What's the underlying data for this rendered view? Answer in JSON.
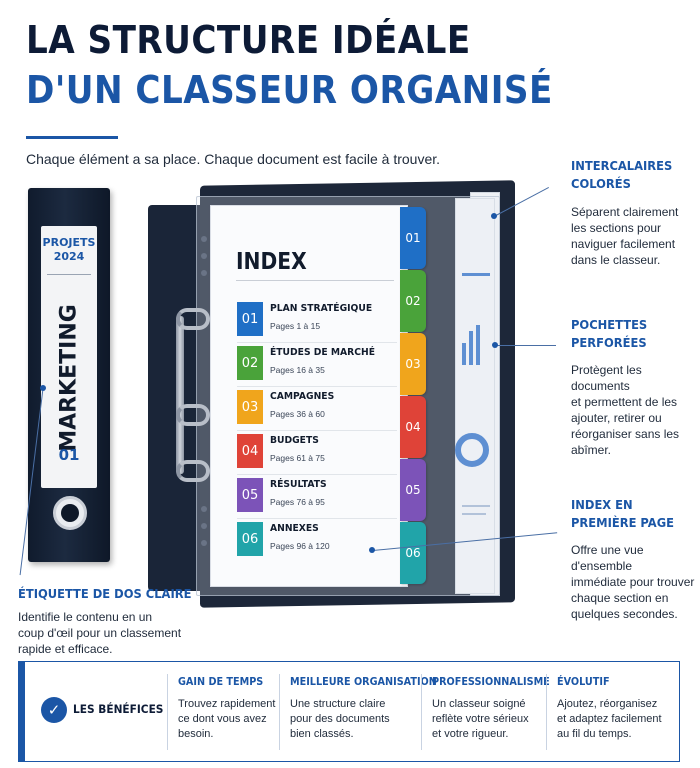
{
  "header": {
    "title_line1": "LA STRUCTURE IDÉALE",
    "title_line2": "D'UN CLASSEUR ORGANISÉ",
    "subtitle": "Chaque élément a sa place. Chaque document est facile à trouver."
  },
  "spine": {
    "projects_line1": "PROJETS",
    "projects_line2": "2024",
    "label": "MARKETING",
    "number": "01"
  },
  "index": {
    "title": "INDEX",
    "entries": [
      {
        "number": "01",
        "label": "PLAN STRATÉGIQUE",
        "pages": "Pages 1 à 15",
        "color": "#1f6fc6"
      },
      {
        "number": "02",
        "label": "ÉTUDES DE MARCHÉ",
        "pages": "Pages 16 à 35",
        "color": "#4aa33a"
      },
      {
        "number": "03",
        "label": "CAMPAGNES",
        "pages": "Pages 36 à 60",
        "color": "#f0a51c"
      },
      {
        "number": "04",
        "label": "BUDGETS",
        "pages": "Pages 61 à 75",
        "color": "#df4338"
      },
      {
        "number": "05",
        "label": "RÉSULTATS",
        "pages": "Pages 76 à 95",
        "color": "#7c53b8"
      },
      {
        "number": "06",
        "label": "ANNEXES",
        "pages": "Pages 96 à 120",
        "color": "#21a4a9"
      }
    ]
  },
  "callouts": {
    "intercalaires": {
      "title_line1": "INTERCALAIRES",
      "title_line2": "COLORÉS",
      "body": [
        "Séparent clairement",
        "les sections pour",
        "naviguer facilement",
        "dans le classeur."
      ]
    },
    "pochettes": {
      "title_line1": "POCHETTES",
      "title_line2": "PERFORÉES",
      "body": [
        "Protègent les documents",
        "et permettent de les",
        "ajouter, retirer ou",
        "réorganiser sans les",
        "abîmer."
      ]
    },
    "index_page": {
      "title_line1": "INDEX EN",
      "title_line2": "PREMIÈRE PAGE",
      "body": [
        "Offre une vue d'ensemble",
        "immédiate pour trouver",
        "chaque section en",
        "quelques secondes."
      ]
    },
    "etiquette": {
      "title": "ÉTIQUETTE DE DOS CLAIRE",
      "body": [
        "Identifie le contenu en un",
        "coup d'œil pour un classement",
        "rapide et efficace."
      ]
    }
  },
  "benefits": {
    "label": "LES BÉNÉFICES",
    "items": [
      {
        "title": "GAIN DE TEMPS",
        "body": [
          "Trouvez rapidement",
          "ce dont vous avez",
          "besoin."
        ]
      },
      {
        "title": "MEILLEURE ORGANISATION",
        "body": [
          "Une structure claire",
          "pour des documents",
          "bien classés."
        ]
      },
      {
        "title": "PROFESSIONNALISME",
        "body": [
          "Un classeur soigné",
          "reflète votre sérieux",
          "et votre rigueur."
        ]
      },
      {
        "title": "ÉVOLUTIF",
        "body": [
          "Ajoutez, réorganisez",
          "et adaptez facilement",
          "au fil du temps."
        ]
      }
    ]
  },
  "colors": {
    "brand_dark": "#0d1b36",
    "brand_blue": "#1b56a6",
    "binder_black": "#1d2739"
  }
}
